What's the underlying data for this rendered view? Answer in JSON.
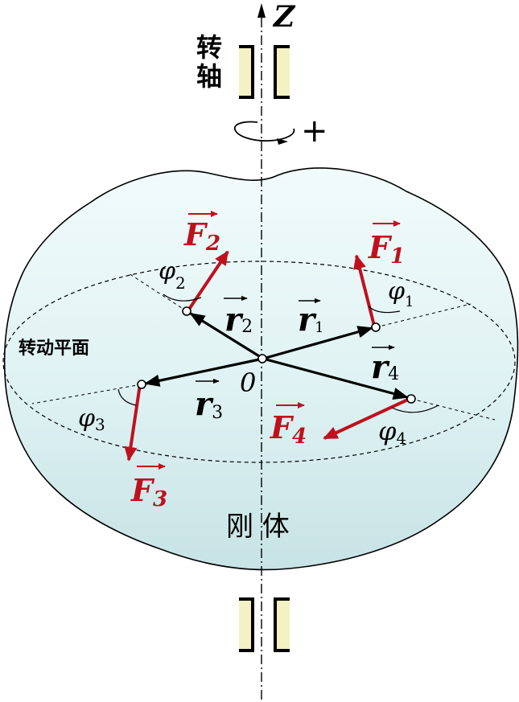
{
  "axis": {
    "label": "Z",
    "name": "转轴",
    "rotation_sign": "+"
  },
  "body_label": "刚 体",
  "plane_label": "转动平面",
  "origin_label": "0",
  "forces": [
    {
      "name": "F",
      "sub": "1"
    },
    {
      "name": "F",
      "sub": "2"
    },
    {
      "name": "F",
      "sub": "3"
    },
    {
      "name": "F",
      "sub": "4"
    }
  ],
  "radii": [
    {
      "name": "r",
      "sub": "1"
    },
    {
      "name": "r",
      "sub": "2"
    },
    {
      "name": "r",
      "sub": "3"
    },
    {
      "name": "r",
      "sub": "4"
    }
  ],
  "angles": [
    {
      "name": "φ",
      "sub": "1"
    },
    {
      "name": "φ",
      "sub": "2"
    },
    {
      "name": "φ",
      "sub": "3"
    },
    {
      "name": "φ",
      "sub": "4"
    }
  ],
  "colors": {
    "force": "#c0101e",
    "body_fill": "#e0f4f5",
    "line": "#000000"
  }
}
